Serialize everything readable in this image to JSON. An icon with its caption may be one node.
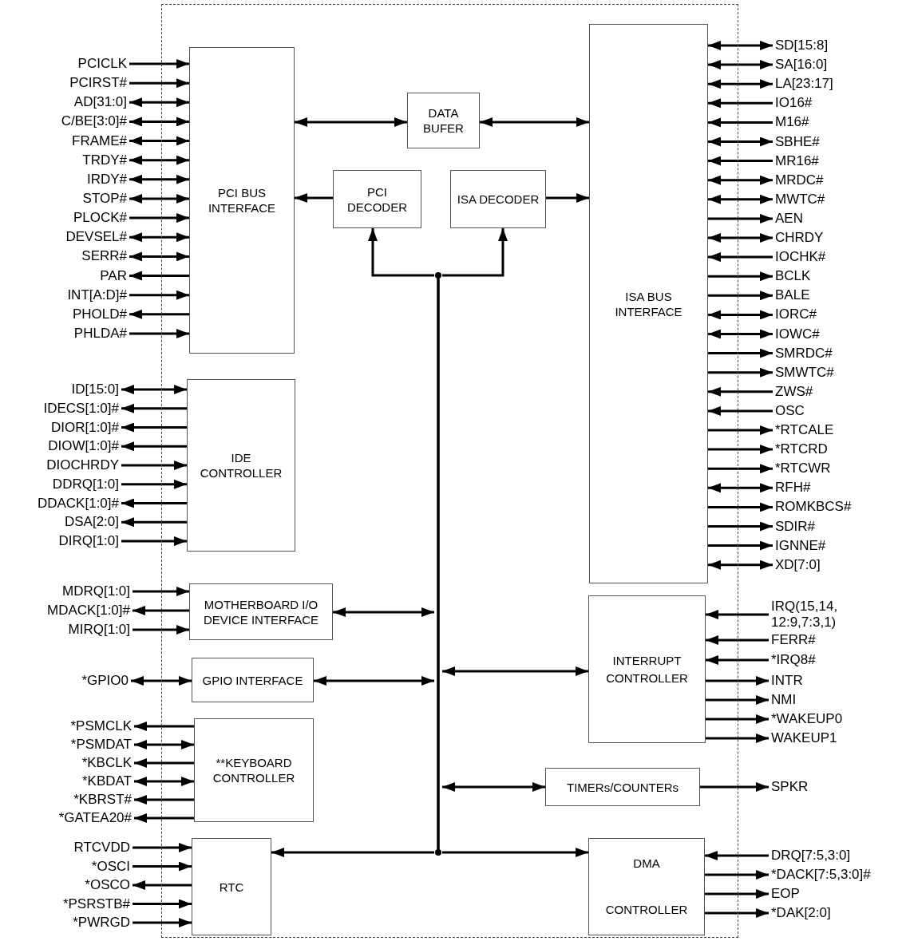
{
  "diagram": {
    "nodes": [
      {
        "text": [],
        "shape": "box"
      },
      {
        "text": [
          "PCI BUS INTERFACE"
        ],
        "in": 0
      },
      {
        "text": [
          "DATA BUFER"
        ],
        "in": 0
      },
      {
        "text": [
          "PCI DECODER"
        ],
        "in": 0
      },
      {
        "text": [
          "ISA DECODER"
        ],
        "in": 0
      },
      {
        "text": [
          "ISA BUS INTERFACE"
        ],
        "in": 0
      },
      {
        "text": [
          "IDE CONTROLLER"
        ],
        "in": 0
      },
      {
        "text": [
          "MOTHERBOARD I/O DEVICE INTERFACE"
        ],
        "in": 0
      },
      {
        "text": [
          "GPIO INTERFACE"
        ],
        "in": 0
      },
      {
        "text": [
          "**KEYBOARD CONTROLLER"
        ],
        "in": 0
      },
      {
        "text": [
          "RTC"
        ],
        "in": 0
      },
      {
        "text": [
          "INTERRUPT CONTROLLER"
        ],
        "in": 0
      },
      {
        "text": [
          "TIMERs/COUNTERs"
        ],
        "in": 0
      },
      {
        "text": [
          "DMA CONTROLLER"
        ],
        "in": 0
      },
      {
        "text": [],
        "shape": "bar",
        "in": 0
      },
      {
        "text": [
          "PCICLK"
        ]
      },
      {
        "text": [
          "PCIRST#"
        ]
      },
      {
        "text": [
          "AD[31:0]"
        ]
      },
      {
        "text": [
          "C/BE[3:0]#"
        ]
      },
      {
        "text": [
          "FRAME#"
        ]
      },
      {
        "text": [
          "TRDY#"
        ]
      },
      {
        "text": [
          "IRDY#"
        ]
      },
      {
        "text": [
          "STOP#"
        ]
      },
      {
        "text": [
          "PLOCK#"
        ]
      },
      {
        "text": [
          "DEVSEL#"
        ]
      },
      {
        "text": [
          "SERR#"
        ]
      },
      {
        "text": [
          "PAR"
        ]
      },
      {
        "text": [
          "INT[A:D]#"
        ]
      },
      {
        "text": [
          "PHOLD#"
        ]
      },
      {
        "text": [
          "PHLDA#"
        ]
      },
      {
        "text": [
          "ID[15:0]"
        ]
      },
      {
        "text": [
          "IDECS[1:0]#"
        ]
      },
      {
        "text": [
          "DIOR[1:0]#"
        ]
      },
      {
        "text": [
          "DIOW[1:0]#"
        ]
      },
      {
        "text": [
          "DIOCHRDY"
        ]
      },
      {
        "text": [
          "DDRQ[1:0]"
        ]
      },
      {
        "text": [
          "DDACK[1:0]#"
        ]
      },
      {
        "text": [
          "DSA[2:0]"
        ]
      },
      {
        "text": [
          "DIRQ[1:0]"
        ]
      },
      {
        "text": [
          "MDRQ[1:0]"
        ]
      },
      {
        "text": [
          "MDACK[1:0]#"
        ]
      },
      {
        "text": [
          "MIRQ[1:0]"
        ]
      },
      {
        "text": [
          "*GPIO0"
        ]
      },
      {
        "text": [
          "*PSMCLK"
        ]
      },
      {
        "text": [
          "*PSMDAT"
        ]
      },
      {
        "text": [
          "*KBCLK"
        ]
      },
      {
        "text": [
          "*KBDAT"
        ]
      },
      {
        "text": [
          "*KBRST#"
        ]
      },
      {
        "text": [
          "*GATEA20#"
        ]
      },
      {
        "text": [
          "RTCVDD"
        ]
      },
      {
        "text": [
          "*OSCI"
        ]
      },
      {
        "text": [
          "*OSCO"
        ]
      },
      {
        "text": [
          "*PSRSTB#"
        ]
      },
      {
        "text": [
          "*PWRGD"
        ]
      },
      {
        "text": [
          "SD[15:8]"
        ]
      },
      {
        "text": [
          "SA[16:0]"
        ]
      },
      {
        "text": [
          "LA[23:17]"
        ]
      },
      {
        "text": [
          "IO16#"
        ]
      },
      {
        "text": [
          "M16#"
        ]
      },
      {
        "text": [
          "SBHE#"
        ]
      },
      {
        "text": [
          "MR16#"
        ]
      },
      {
        "text": [
          "MRDC#"
        ]
      },
      {
        "text": [
          "MWTC#"
        ]
      },
      {
        "text": [
          "AEN"
        ]
      },
      {
        "text": [
          "CHRDY"
        ]
      },
      {
        "text": [
          "IOCHK#"
        ]
      },
      {
        "text": [
          "BCLK"
        ]
      },
      {
        "text": [
          "BALE"
        ]
      },
      {
        "text": [
          "IORC#"
        ]
      },
      {
        "text": [
          "IOWC#"
        ]
      },
      {
        "text": [
          "SMRDC#"
        ]
      },
      {
        "text": [
          "SMWTC#"
        ]
      },
      {
        "text": [
          "ZWS#"
        ]
      },
      {
        "text": [
          "OSC"
        ]
      },
      {
        "text": [
          "*RTCALE"
        ]
      },
      {
        "text": [
          "*RTCRD"
        ]
      },
      {
        "text": [
          "*RTCWR"
        ]
      },
      {
        "text": [
          "RFH#"
        ]
      },
      {
        "text": [
          "ROMKBCS#"
        ]
      },
      {
        "text": [
          "SDIR#"
        ]
      },
      {
        "text": [
          "IGNNE#"
        ]
      },
      {
        "text": [
          "XD[7:0]"
        ]
      },
      {
        "text": [
          "IRQ(15,14, 12:9,7:3,1)"
        ]
      },
      {
        "text": [
          "FERR#"
        ]
      },
      {
        "text": [
          "*IRQ8#"
        ]
      },
      {
        "text": [
          "INTR"
        ]
      },
      {
        "text": [
          "NMI"
        ]
      },
      {
        "text": [
          "*WAKEUP0"
        ]
      },
      {
        "text": [
          "WAKEUP1"
        ]
      },
      {
        "text": [
          "SPKR"
        ]
      },
      {
        "text": [
          "DRQ[7:5,3:0]"
        ]
      },
      {
        "text": [
          "*DACK[7:5,3:0]#"
        ]
      },
      {
        "text": [
          "EOP"
        ]
      },
      {
        "text": [
          "*DAK[2:0]"
        ]
      }
    ],
    "edges": [
      {
        "from": 15,
        "to": 1,
        "arrow": "to"
      },
      {
        "from": 16,
        "to": 1,
        "arrow": "to"
      },
      {
        "from": 17,
        "to": 1,
        "arrow": "both"
      },
      {
        "from": 18,
        "to": 1,
        "arrow": "both"
      },
      {
        "from": 19,
        "to": 1,
        "arrow": "both"
      },
      {
        "from": 20,
        "to": 1,
        "arrow": "both"
      },
      {
        "from": 21,
        "to": 1,
        "arrow": "both"
      },
      {
        "from": 22,
        "to": 1,
        "arrow": "both"
      },
      {
        "from": 23,
        "to": 1,
        "arrow": "to"
      },
      {
        "from": 24,
        "to": 1,
        "arrow": "both"
      },
      {
        "from": 25,
        "to": 1,
        "arrow": "both"
      },
      {
        "from": 1,
        "to": 26,
        "arrow": "to"
      },
      {
        "from": 27,
        "to": 1,
        "arrow": "to"
      },
      {
        "from": 1,
        "to": 28,
        "arrow": "to"
      },
      {
        "from": 29,
        "to": 1,
        "arrow": "to"
      },
      {
        "from": 30,
        "to": 6,
        "arrow": "both"
      },
      {
        "from": 6,
        "to": 31,
        "arrow": "to"
      },
      {
        "from": 6,
        "to": 32,
        "arrow": "to"
      },
      {
        "from": 6,
        "to": 33,
        "arrow": "to"
      },
      {
        "from": 34,
        "to": 6,
        "arrow": "to"
      },
      {
        "from": 35,
        "to": 6,
        "arrow": "to"
      },
      {
        "from": 6,
        "to": 36,
        "arrow": "to"
      },
      {
        "from": 6,
        "to": 37,
        "arrow": "to"
      },
      {
        "from": 38,
        "to": 6,
        "arrow": "to"
      },
      {
        "from": 39,
        "to": 7,
        "arrow": "to"
      },
      {
        "from": 7,
        "to": 40,
        "arrow": "to"
      },
      {
        "from": 41,
        "to": 7,
        "arrow": "to"
      },
      {
        "from": 42,
        "to": 8,
        "arrow": "both"
      },
      {
        "from": 9,
        "to": 43,
        "arrow": "to"
      },
      {
        "from": 44,
        "to": 9,
        "arrow": "both"
      },
      {
        "from": 9,
        "to": 45,
        "arrow": "to"
      },
      {
        "from": 46,
        "to": 9,
        "arrow": "both"
      },
      {
        "from": 9,
        "to": 47,
        "arrow": "to"
      },
      {
        "from": 9,
        "to": 48,
        "arrow": "to"
      },
      {
        "from": 49,
        "to": 10,
        "arrow": "to"
      },
      {
        "from": 50,
        "to": 10,
        "arrow": "to"
      },
      {
        "from": 10,
        "to": 51,
        "arrow": "to"
      },
      {
        "from": 52,
        "to": 10,
        "arrow": "to"
      },
      {
        "from": 53,
        "to": 10,
        "arrow": "to"
      },
      {
        "from": 54,
        "to": 5,
        "arrow": "both"
      },
      {
        "from": 55,
        "to": 5,
        "arrow": "both"
      },
      {
        "from": 56,
        "to": 5,
        "arrow": "both"
      },
      {
        "from": 57,
        "to": 5,
        "arrow": "to"
      },
      {
        "from": 58,
        "to": 5,
        "arrow": "to"
      },
      {
        "from": 59,
        "to": 5,
        "arrow": "both"
      },
      {
        "from": 60,
        "to": 5,
        "arrow": "to"
      },
      {
        "from": 61,
        "to": 5,
        "arrow": "both"
      },
      {
        "from": 62,
        "to": 5,
        "arrow": "both"
      },
      {
        "from": 5,
        "to": 63,
        "arrow": "to"
      },
      {
        "from": 64,
        "to": 5,
        "arrow": "both"
      },
      {
        "from": 65,
        "to": 5,
        "arrow": "to"
      },
      {
        "from": 5,
        "to": 66,
        "arrow": "to"
      },
      {
        "from": 5,
        "to": 67,
        "arrow": "to"
      },
      {
        "from": 68,
        "to": 5,
        "arrow": "both"
      },
      {
        "from": 69,
        "to": 5,
        "arrow": "both"
      },
      {
        "from": 5,
        "to": 70,
        "arrow": "to"
      },
      {
        "from": 5,
        "to": 71,
        "arrow": "to"
      },
      {
        "from": 72,
        "to": 5,
        "arrow": "to"
      },
      {
        "from": 73,
        "to": 5,
        "arrow": "to"
      },
      {
        "from": 5,
        "to": 74,
        "arrow": "to"
      },
      {
        "from": 5,
        "to": 75,
        "arrow": "to"
      },
      {
        "from": 5,
        "to": 76,
        "arrow": "to"
      },
      {
        "from": 77,
        "to": 5,
        "arrow": "both"
      },
      {
        "from": 5,
        "to": 78,
        "arrow": "to"
      },
      {
        "from": 5,
        "to": 79,
        "arrow": "to"
      },
      {
        "from": 5,
        "to": 80,
        "arrow": "to"
      },
      {
        "from": 81,
        "to": 5,
        "arrow": "both"
      },
      {
        "from": 82,
        "to": 11,
        "arrow": "to"
      },
      {
        "from": 83,
        "to": 11,
        "arrow": "to"
      },
      {
        "from": 84,
        "to": 11,
        "arrow": "to"
      },
      {
        "from": 11,
        "to": 85,
        "arrow": "to"
      },
      {
        "from": 11,
        "to": 86,
        "arrow": "to"
      },
      {
        "from": 11,
        "to": 87,
        "arrow": "to"
      },
      {
        "from": 11,
        "to": 88,
        "arrow": "to"
      },
      {
        "from": 12,
        "to": 89,
        "arrow": "to"
      },
      {
        "from": 90,
        "to": 13,
        "arrow": "to"
      },
      {
        "from": 13,
        "to": 91,
        "arrow": "to"
      },
      {
        "from": 13,
        "to": 92,
        "arrow": "to"
      },
      {
        "from": 13,
        "to": 93,
        "arrow": "to"
      },
      {
        "from": 1,
        "to": 2,
        "arrow": "both"
      },
      {
        "from": 2,
        "to": 5,
        "arrow": "both"
      },
      {
        "from": 3,
        "to": 1,
        "arrow": "to"
      },
      {
        "from": 4,
        "to": 5,
        "arrow": "to"
      },
      {
        "from": 14,
        "to": 3,
        "arrow": "to"
      },
      {
        "from": 14,
        "to": 4,
        "arrow": "to"
      },
      {
        "from": 7,
        "to": 14,
        "arrow": "both"
      },
      {
        "from": 8,
        "to": 14,
        "arrow": "both"
      },
      {
        "from": 14,
        "to": 11,
        "arrow": "both"
      },
      {
        "from": 14,
        "to": 12,
        "arrow": "both"
      },
      {
        "from": 14,
        "to": 10,
        "arrow": "to"
      },
      {
        "from": 14,
        "to": 13,
        "arrow": "to"
      }
    ]
  }
}
